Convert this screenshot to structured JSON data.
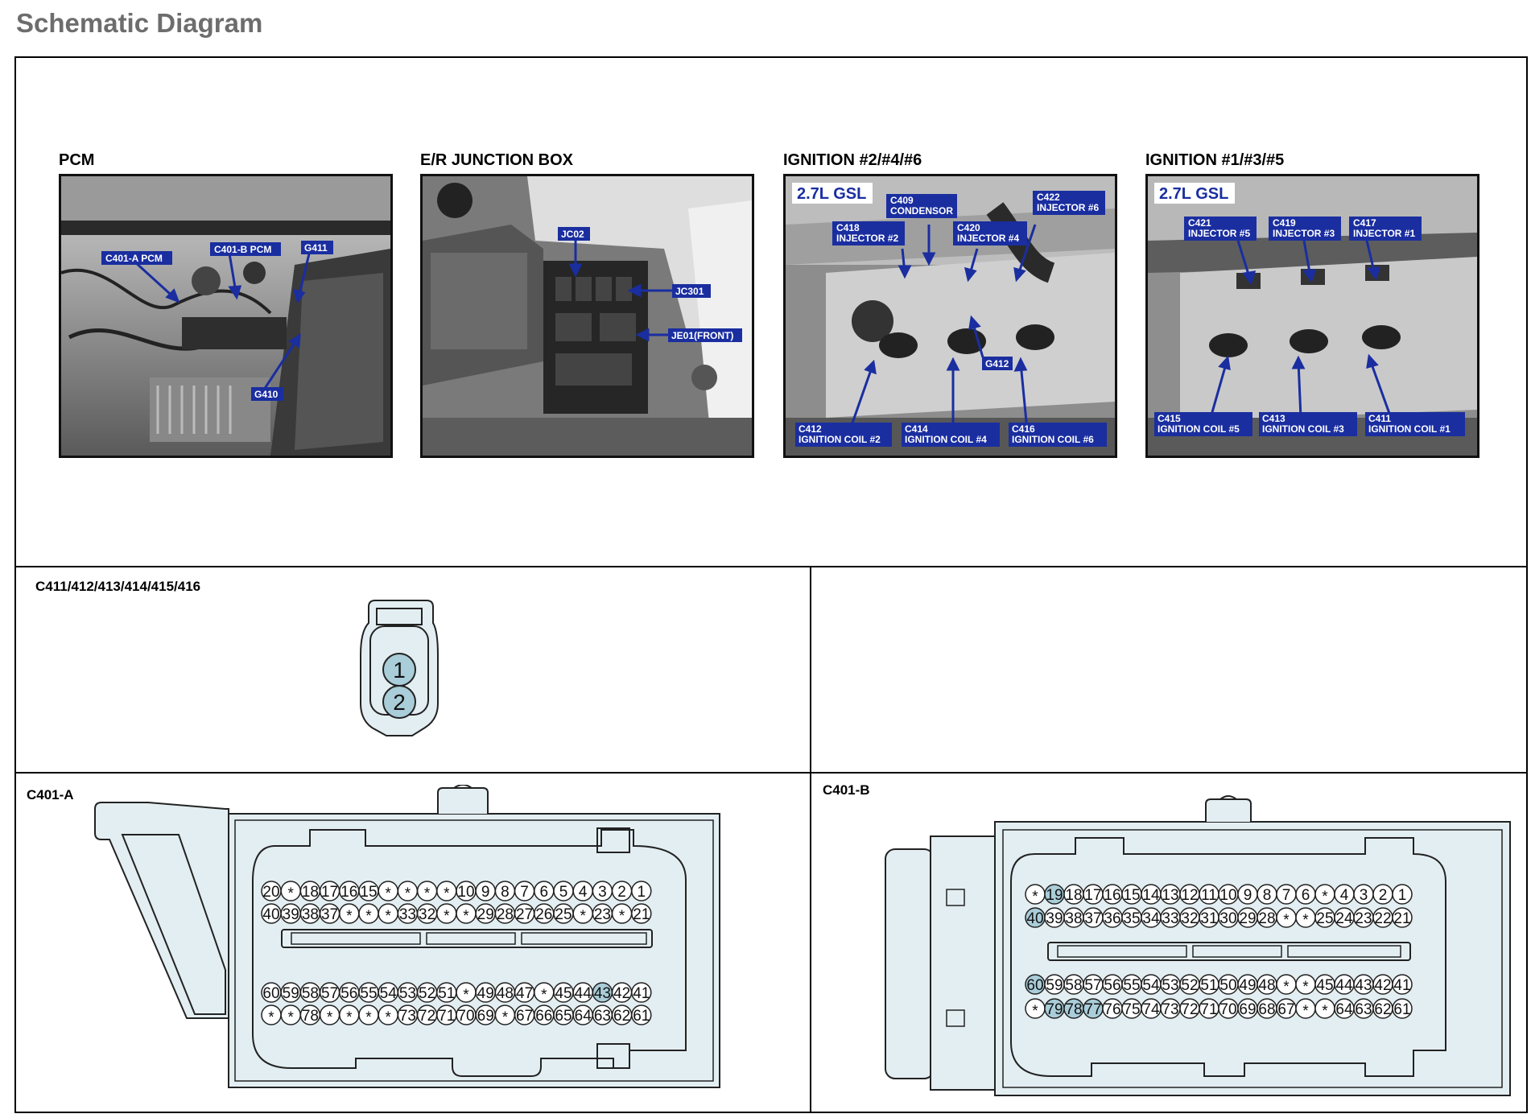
{
  "page_title": "Schematic Diagram",
  "colors": {
    "connector_fill": "#e3eef2",
    "pin_highlight": "#a9cdd9",
    "callout_bg": "#1a2ea0"
  },
  "photos": [
    {
      "title": "PCM",
      "callouts": [
        {
          "text": "C401-A PCM"
        },
        {
          "text": "C401-B PCM"
        },
        {
          "text": "G411"
        },
        {
          "text": "G410"
        }
      ]
    },
    {
      "title": "E/R JUNCTION BOX",
      "callouts": [
        {
          "text": "JC02"
        },
        {
          "text": "JC301"
        },
        {
          "text": "JE01(FRONT)"
        }
      ]
    },
    {
      "title": "IGNITION #2/#4/#6",
      "engine_tag": "2.7L GSL",
      "callouts": [
        {
          "text": [
            "C409",
            "CONDENSOR"
          ]
        },
        {
          "text": [
            "C422",
            "INJECTOR #6"
          ]
        },
        {
          "text": [
            "C418",
            "INJECTOR #2"
          ]
        },
        {
          "text": [
            "C420",
            "INJECTOR #4"
          ]
        },
        {
          "text": "G412"
        },
        {
          "text": [
            "C412",
            "IGNITION COIL #2"
          ]
        },
        {
          "text": [
            "C414",
            "IGNITION COIL #4"
          ]
        },
        {
          "text": [
            "C416",
            "IGNITION COIL #6"
          ]
        }
      ]
    },
    {
      "title": "IGNITION #1/#3/#5",
      "engine_tag": "2.7L GSL",
      "callouts": [
        {
          "text": [
            "C421",
            "INJECTOR #5"
          ]
        },
        {
          "text": [
            "C419",
            "INJECTOR #3"
          ]
        },
        {
          "text": [
            "C417",
            "INJECTOR #1"
          ]
        },
        {
          "text": [
            "C415",
            "IGNITION COIL #5"
          ]
        },
        {
          "text": [
            "C413",
            "IGNITION COIL #3"
          ]
        },
        {
          "text": [
            "C411",
            "IGNITION COIL #1"
          ]
        }
      ]
    }
  ],
  "connectors": {
    "c411": {
      "label": "C411/412/413/414/415/416",
      "pins": [
        "1",
        "2"
      ],
      "highlighted": [
        "1",
        "2"
      ]
    },
    "c401a": {
      "label": "C401-A",
      "rows": [
        [
          "20",
          "*",
          "18",
          "17",
          "16",
          "15",
          "*",
          "*",
          "*",
          "*",
          "10",
          "9",
          "8",
          "7",
          "6",
          "5",
          "4",
          "3",
          "2",
          "1"
        ],
        [
          "40",
          "39",
          "38",
          "37",
          "*",
          "*",
          "*",
          "33",
          "32",
          "*",
          "*",
          "29",
          "28",
          "27",
          "26",
          "25",
          "*",
          "23",
          "*",
          "21"
        ],
        [
          "60",
          "59",
          "58",
          "57",
          "56",
          "55",
          "54",
          "53",
          "52",
          "51",
          "*",
          "49",
          "48",
          "47",
          "*",
          "45",
          "44",
          "43",
          "42",
          "41"
        ],
        [
          "*",
          "*",
          "78",
          "*",
          "*",
          "*",
          "*",
          "73",
          "72",
          "71",
          "70",
          "69",
          "*",
          "67",
          "66",
          "65",
          "64",
          "63",
          "62",
          "61"
        ]
      ],
      "highlighted": [
        "43"
      ]
    },
    "c401b": {
      "label": "C401-B",
      "rows": [
        [
          "*",
          "19",
          "18",
          "17",
          "16",
          "15",
          "14",
          "13",
          "12",
          "11",
          "10",
          "9",
          "8",
          "7",
          "6",
          "*",
          "4",
          "3",
          "2",
          "1"
        ],
        [
          "40",
          "39",
          "38",
          "37",
          "36",
          "35",
          "34",
          "33",
          "32",
          "31",
          "30",
          "29",
          "28",
          "*",
          "*",
          "25",
          "24",
          "23",
          "22",
          "21"
        ],
        [
          "60",
          "59",
          "58",
          "57",
          "56",
          "55",
          "54",
          "53",
          "52",
          "51",
          "50",
          "49",
          "48",
          "*",
          "*",
          "45",
          "44",
          "43",
          "42",
          "41"
        ],
        [
          "*",
          "79",
          "78",
          "77",
          "76",
          "75",
          "74",
          "73",
          "72",
          "71",
          "70",
          "69",
          "68",
          "67",
          "*",
          "*",
          "64",
          "63",
          "62",
          "61"
        ]
      ],
      "highlighted": [
        "19",
        "40",
        "60",
        "79",
        "78",
        "77"
      ]
    }
  }
}
